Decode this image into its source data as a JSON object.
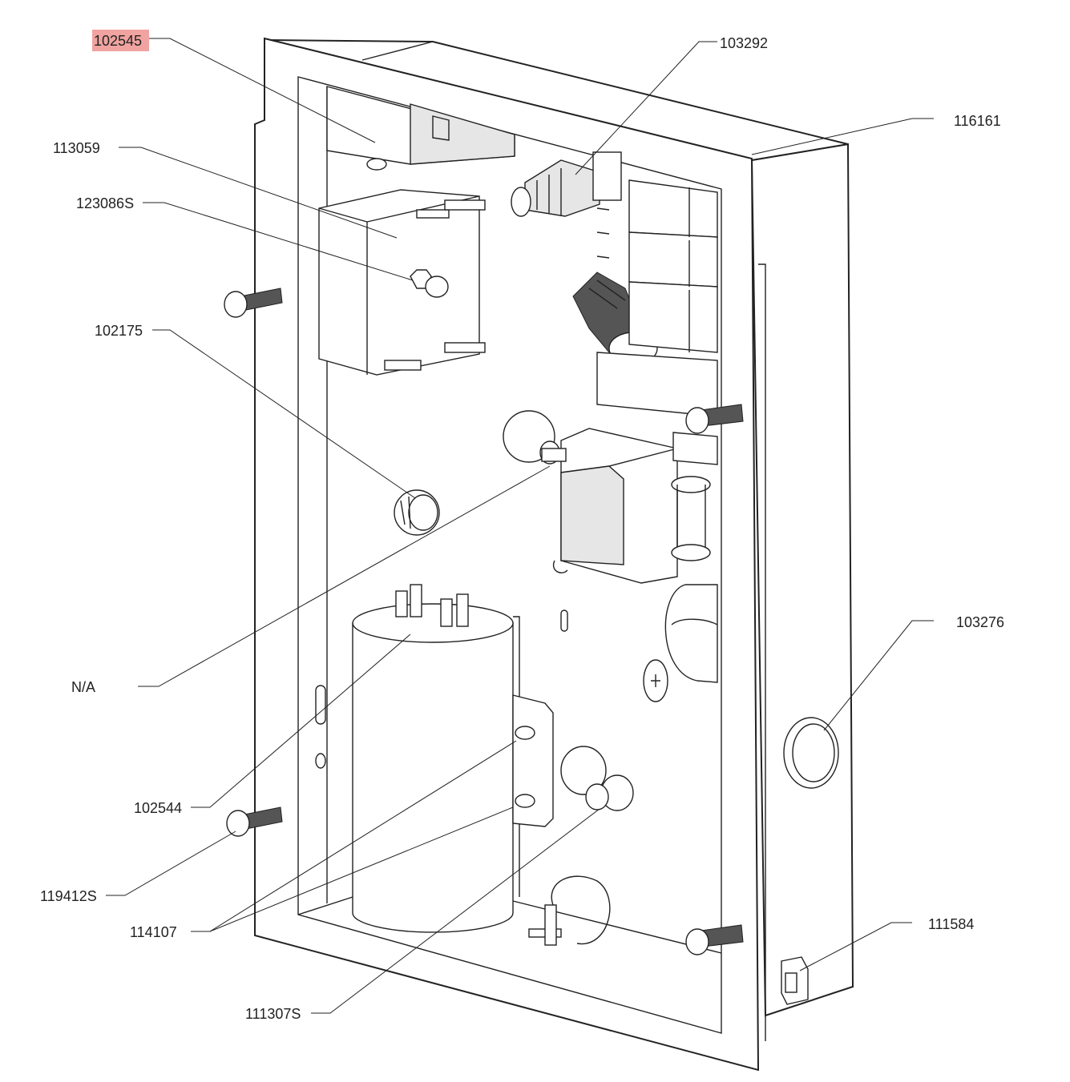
{
  "diagram": {
    "highlight_color": "#f0a3a0",
    "labels": [
      {
        "id": "102545",
        "text": "102545",
        "highlighted": true
      },
      {
        "id": "103292",
        "text": "103292",
        "highlighted": false
      },
      {
        "id": "116161",
        "text": "116161",
        "highlighted": false
      },
      {
        "id": "113059",
        "text": "113059",
        "highlighted": false
      },
      {
        "id": "123086S",
        "text": "123086S",
        "highlighted": false
      },
      {
        "id": "102175",
        "text": "102175",
        "highlighted": false
      },
      {
        "id": "103276",
        "text": "103276",
        "highlighted": false
      },
      {
        "id": "NA",
        "text": "N/A",
        "highlighted": false
      },
      {
        "id": "102544",
        "text": "102544",
        "highlighted": false
      },
      {
        "id": "119412S",
        "text": "119412S",
        "highlighted": false
      },
      {
        "id": "114107",
        "text": "114107",
        "highlighted": false
      },
      {
        "id": "111584",
        "text": "111584",
        "highlighted": false
      },
      {
        "id": "111307S",
        "text": "111307S",
        "highlighted": false
      }
    ]
  }
}
